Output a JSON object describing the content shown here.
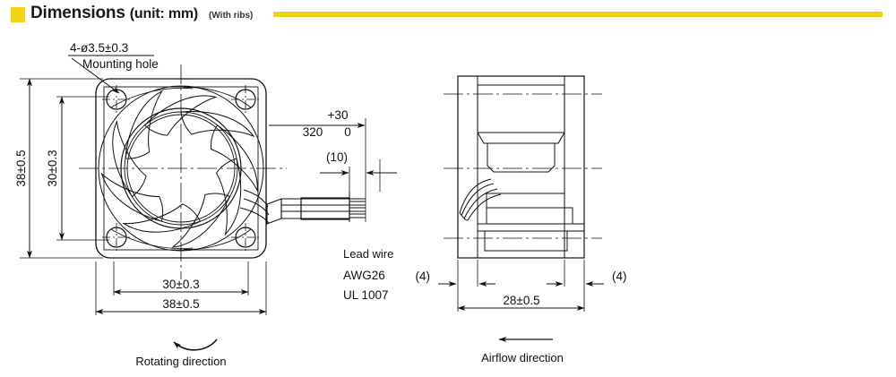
{
  "header": {
    "title": "Dimensions",
    "unit": "(unit: mm)",
    "subtitle": "(With ribs)",
    "accent_color": "#f2d218",
    "rule_color": "#edd316"
  },
  "front_view": {
    "callout_diameter": "4-ø3.5±0.3",
    "callout_label": "Mounting hole",
    "dim_outer_height": "38±0.5",
    "dim_hole_pitch_v": "30±0.3",
    "dim_hole_pitch_h": "30±0.3",
    "dim_outer_width": "38±0.5",
    "rotating_direction": "Rotating direction"
  },
  "lead": {
    "length_value": "320",
    "tolerance_upper": "+30",
    "tolerance_lower": "0",
    "strip_length": "(10)",
    "title": "Lead wire",
    "gauge": "AWG26",
    "rating": "UL 1007"
  },
  "side_view": {
    "flange_left": "(4)",
    "flange_right": "(4)",
    "dim_depth": "28±0.5",
    "airflow_direction": "Airflow direction"
  }
}
